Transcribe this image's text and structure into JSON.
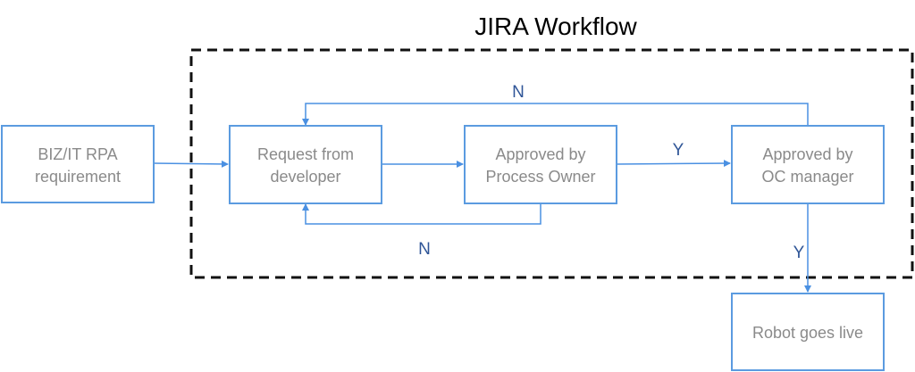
{
  "title": "JIRA Workflow",
  "nodes": {
    "biz": {
      "line1": "BIZ/IT RPA",
      "line2": "requirement"
    },
    "request": {
      "line1": "Request from",
      "line2": "developer"
    },
    "process_owner": {
      "line1": "Approved by",
      "line2": "Process Owner"
    },
    "oc_manager": {
      "line1": "Approved by",
      "line2": "OC manager"
    },
    "live": {
      "line1": "Robot goes live"
    }
  },
  "edges": {
    "po_to_oc": "Y",
    "oc_to_live": "Y",
    "oc_to_request": "N",
    "po_to_request": "N"
  },
  "colors": {
    "box": "#5b9be0",
    "edge": "#4a90e2",
    "label": "#2f5597",
    "text": "#8a8a8a"
  }
}
